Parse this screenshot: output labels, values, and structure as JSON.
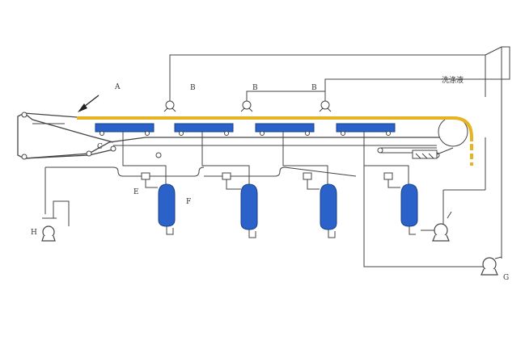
{
  "labels": {
    "a": "A",
    "b1": "B",
    "b2": "B",
    "b3": "B",
    "c": "C",
    "e": "E",
    "f": "F",
    "g": "G",
    "h": "H",
    "wash": "洗涤液"
  },
  "colors": {
    "belt": "#e6b422",
    "tray": "#2a62c9",
    "vessel": "#2a62c9",
    "line": "#444444"
  }
}
